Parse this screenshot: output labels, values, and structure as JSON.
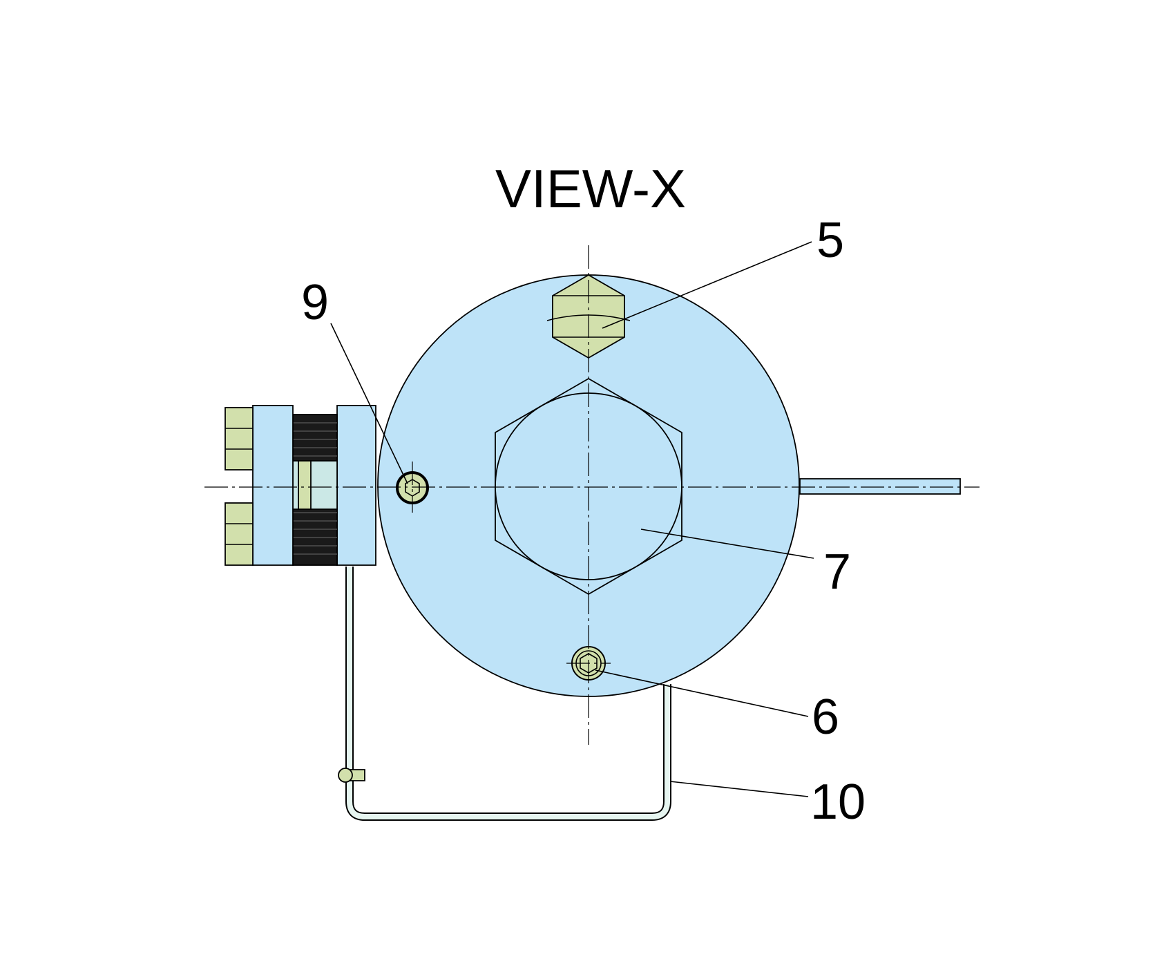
{
  "title": "VIEW-X",
  "colors": {
    "body": "#BEE3F8",
    "bolt": "#D2E0AC",
    "thread": "#1A1A1A",
    "line": "#000000"
  },
  "callouts": [
    {
      "id": "callout-5",
      "text": "5"
    },
    {
      "id": "callout-9",
      "text": "9"
    },
    {
      "id": "callout-7",
      "text": "7"
    },
    {
      "id": "callout-6",
      "text": "6"
    },
    {
      "id": "callout-10",
      "text": "10"
    }
  ]
}
